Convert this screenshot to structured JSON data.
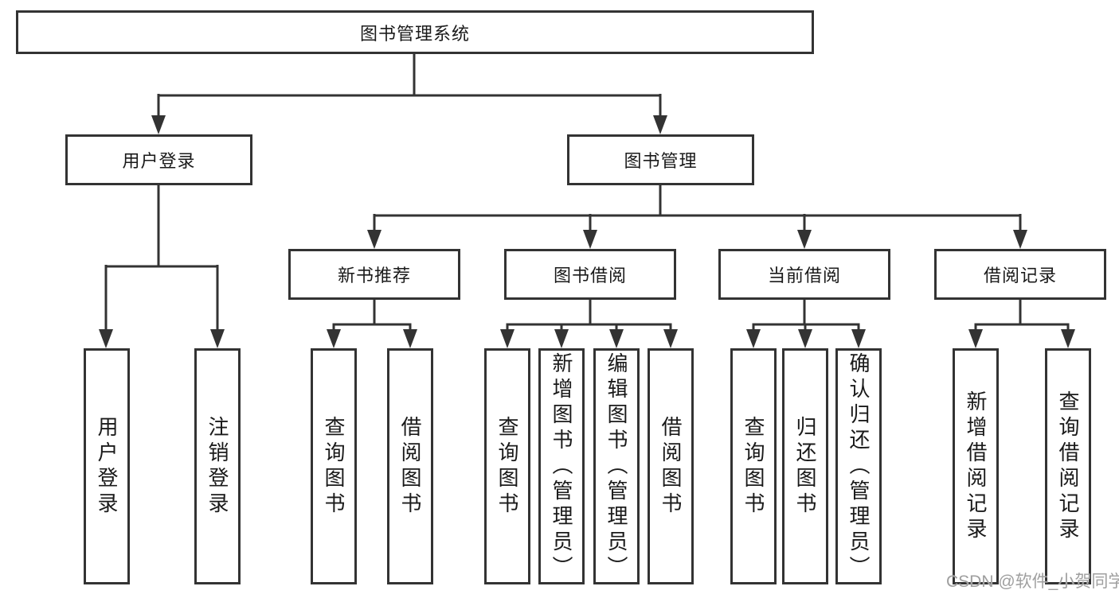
{
  "diagram": {
    "title": "图书管理系统",
    "root": {
      "label": "图书管理系统"
    },
    "level2": [
      {
        "id": "user-login",
        "label": "用户登录"
      },
      {
        "id": "book-management",
        "label": "图书管理"
      }
    ],
    "level3": [
      {
        "id": "new-book-recommend",
        "parent": "图书管理",
        "label": "新书推荐"
      },
      {
        "id": "book-borrow",
        "parent": "图书管理",
        "label": "图书借阅"
      },
      {
        "id": "current-borrow",
        "parent": "图书管理",
        "label": "当前借阅"
      },
      {
        "id": "borrow-record",
        "parent": "图书管理",
        "label": "借阅记录"
      }
    ],
    "leaves": [
      {
        "parent": "用户登录",
        "label": "用户登录"
      },
      {
        "parent": "用户登录",
        "label": "注销登录"
      },
      {
        "parent": "新书推荐",
        "label": "查询图书"
      },
      {
        "parent": "新书推荐",
        "label": "借阅图书"
      },
      {
        "parent": "图书借阅",
        "label": "查询图书"
      },
      {
        "parent": "图书借阅",
        "label": "新增图书（管理员）"
      },
      {
        "parent": "图书借阅",
        "label": "编辑图书（管理员）"
      },
      {
        "parent": "图书借阅",
        "label": "借阅图书"
      },
      {
        "parent": "当前借阅",
        "label": "查询图书"
      },
      {
        "parent": "当前借阅",
        "label": "归还图书"
      },
      {
        "parent": "当前借阅",
        "label": "确认归还（管理员）"
      },
      {
        "parent": "借阅记录",
        "label": "新增借阅记录"
      },
      {
        "parent": "借阅记录",
        "label": "查询借阅记录"
      }
    ],
    "watermark": "CSDN @软件_小贺同学",
    "colors": {
      "background": "#ffffff",
      "box_border": "#333333",
      "connector_line": "#333333",
      "text": "#1a1a1a",
      "watermark": "#9a9a9a"
    }
  }
}
